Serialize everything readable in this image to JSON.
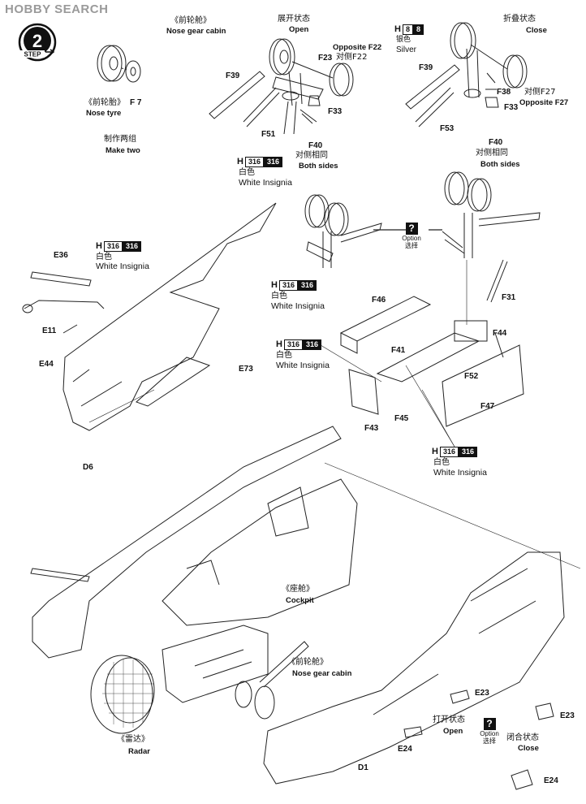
{
  "watermark": "HOBBY SEARCH",
  "step": {
    "number": "2",
    "word": "STEP"
  },
  "labels": {
    "nose_tyre_cn": "《前轮胎》",
    "nose_tyre_part": "F 7",
    "nose_tyre_en": "Nose tyre",
    "make_two_cn": "制作两组",
    "make_two_en": "Make two",
    "nose_gear_cabin_cn": "《前轮舱》",
    "nose_gear_cabin_en": "Nose gear cabin",
    "open_cn": "展开状态",
    "open_en": "Open",
    "opposite_f22_en": "Opposite F22",
    "opposite_f22_cn": "对侧F22",
    "fold_cn": "折叠状态",
    "fold_en": "Close",
    "opposite_f27_cn": "对侧F27",
    "opposite_f27_en": "Opposite F27",
    "both_sides_cn_1": "对侧相同",
    "both_sides_en_1": "Both sides",
    "both_sides_cn_2": "对侧相同",
    "both_sides_en_2": "Both sides",
    "silver_cn": "银色",
    "silver_en": "Silver",
    "option_en": "Option",
    "option_cn": "选择",
    "cockpit_cn": "《座舱》",
    "cockpit_en": "Cockpit",
    "nose_gear_cabin2_cn": "《前轮舱》",
    "nose_gear_cabin2_en": "Nose gear cabin",
    "radar_cn": "《雷达》",
    "radar_en": "Radar",
    "open2_cn": "打开状态",
    "open2_en": "Open",
    "close2_cn": "闭合状态",
    "close2_en": "Close",
    "option2_en": "Option",
    "option2_cn": "选择"
  },
  "paint": {
    "h": "H",
    "white_code_a": "316",
    "white_code_b": "316",
    "white_cn": "白色",
    "white_en": "White Insignia",
    "silver_code_a": "8",
    "silver_code_b": "8"
  },
  "parts": [
    "F39",
    "F23",
    "F51",
    "F33",
    "F40",
    "F38",
    "F53",
    "E36",
    "E11",
    "E44",
    "E73",
    "D6",
    "F46",
    "F41",
    "F31",
    "F44",
    "F52",
    "F43",
    "F45",
    "F47",
    "E23",
    "E24",
    "D1",
    "E23",
    "E24"
  ]
}
